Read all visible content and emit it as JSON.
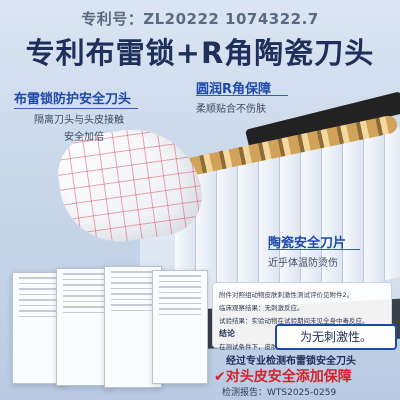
{
  "header": {
    "patent_no": "专利号：ZL20222 1074322.7",
    "title": "专利布雷锁+R角陶瓷刀头"
  },
  "callouts": {
    "brev": {
      "title": "布雷锁防护安全刀头",
      "line1": "隔离刀头与头皮接触",
      "line2": "安全加倍"
    },
    "r_corner": {
      "title": "圆润R角保障",
      "line1": "柔顺贴合不伤肤"
    },
    "ceramic": {
      "title": "陶瓷安全刀片",
      "line1": "近乎体温防烫伤"
    }
  },
  "report": {
    "line1": "附件对照组动物皮肤刺激性测试评价见附件2。",
    "line2": "临床观察结果：无刺激反应。",
    "line3": "试验结果：实验动物在试验期间未见全身中毒反应。",
    "conclusion_label": "结论",
    "line4": "在测试条件下，皮肤刺激强度为",
    "quote": "为无刺激性。"
  },
  "footer": {
    "tested": "经过专业检测布雷锁安全刀头",
    "guarantee": "✔对头皮安全添加保障",
    "report_no": "检测报告：WTS2025-0259"
  },
  "colors": {
    "accent": "#1d4aa8",
    "title": "#1d2f5a",
    "alert": "#d3222a"
  }
}
